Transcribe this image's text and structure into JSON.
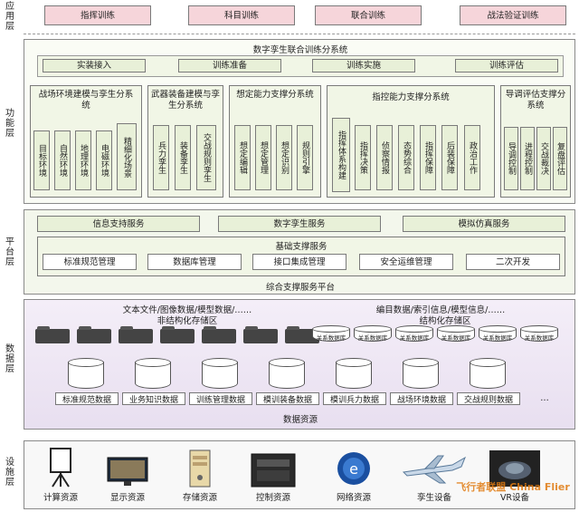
{
  "layers": {
    "app": "应用层",
    "func": "功能层",
    "platform": "平台层",
    "data": "数据层",
    "infra": "设施层"
  },
  "app_items": [
    "指挥训练",
    "科目训练",
    "联合训练",
    "战法验证训练"
  ],
  "twin_system": {
    "title": "数字孪生联合训练分系统",
    "items": [
      "实装接入",
      "训练准备",
      "训练实施",
      "训练评估"
    ]
  },
  "subsystems": [
    {
      "title": "战场环境建模与孪生分系统",
      "items": [
        "目标环境",
        "自然环境",
        "地理环境",
        "电磁环境",
        "精细化场景"
      ]
    },
    {
      "title": "武器装备建模与孪生分系统",
      "items": [
        "兵力孪生",
        "装备孪生",
        "交战规则孪生"
      ]
    },
    {
      "title": "想定能力支撑分系统",
      "items": [
        "想定编辑",
        "想定管理",
        "想定识别",
        "规则引擎"
      ]
    },
    {
      "title": "指控能力支撑分系统",
      "items": [
        "指挥体系构建",
        "指挥决策",
        "侦察情报",
        "态势综合",
        "指挥保障",
        "后装保障",
        "政治工作"
      ]
    },
    {
      "title": "导调评估支撑分系统",
      "items": [
        "导调控制",
        "进程控制",
        "交战裁决",
        "复盘评估"
      ]
    }
  ],
  "platform": {
    "services": [
      "信息支持服务",
      "数字孪生服务",
      "模拟仿真服务"
    ],
    "base_title": "基础支撑服务",
    "base_items": [
      "标准规范管理",
      "数据库管理",
      "接口集成管理",
      "安全运维管理",
      "二次开发"
    ],
    "footer": "综合支撑服务平台"
  },
  "data": {
    "unstructured_desc": "文本文件/图像数据/模型数据/……",
    "unstructured_title": "非结构化存储区",
    "structured_desc": "编目数据/索引信息/模型信息/……",
    "structured_title": "结构化存储区",
    "db_label": "关系数据库",
    "resources": [
      "标准规范数据",
      "业务知识数据",
      "训练管理数据",
      "模训装备数据",
      "模训兵力数据",
      "战场环境数据",
      "交战规则数据"
    ],
    "ellipsis": "…",
    "footer": "数据资源"
  },
  "infra": [
    "计算资源",
    "显示资源",
    "存储资源",
    "控制资源",
    "网络资源",
    "孪生设备",
    "VR设备"
  ],
  "watermark": "飞行者联盟 China Flier",
  "colors": {
    "app_box": "#f6d5da",
    "func_box": "#e8f0d8",
    "platform_bg": "#f3f7ec",
    "data_bg": "#efe8f4"
  }
}
